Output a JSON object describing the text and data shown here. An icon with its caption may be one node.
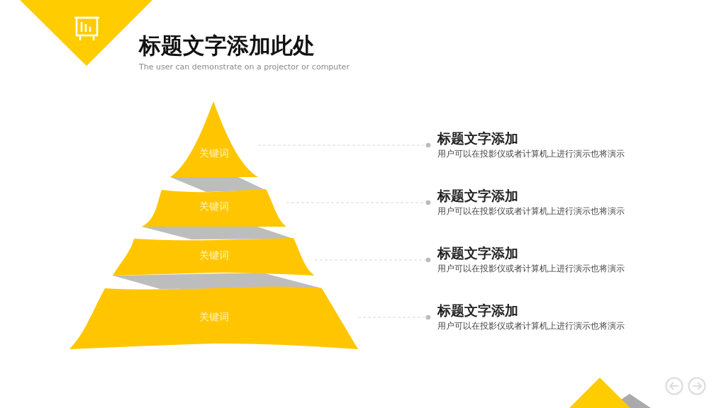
{
  "diagram": {
    "title": "标题文字添加此处",
    "nodes": [
      {
        "text": [
          "关键词"
        ]
      },
      {
        "text": [
          "关键词"
        ]
      },
      {
        "text": [
          "关键词"
        ]
      },
      {
        "text": [
          "关键词"
        ]
      },
      {
        "text": [
          "标题文字添加",
          "用户可以在投影仪或者计算机上进行演示也将演示"
        ]
      },
      {
        "text": [
          "标题文字添加",
          "用户可以在投影仪或者计算机上进行演示也将演示"
        ]
      },
      {
        "text": [
          "标题文字添加",
          "用户可以在投影仪或者计算机上进行演示也将演示"
        ]
      },
      {
        "text": [
          "标题文字添加",
          "用户可以在投影仪或者计算机上进行演示也将演示"
        ]
      }
    ],
    "edges": [
      {
        "from": 0,
        "to": 4,
        "arrow": "other",
        "style": "dashed"
      },
      {
        "from": 1,
        "to": 5,
        "arrow": "other",
        "style": "dashed"
      },
      {
        "from": 2,
        "to": 6,
        "arrow": "other",
        "style": "dashed"
      },
      {
        "from": 3,
        "to": 7,
        "arrow": "other",
        "style": "dashed"
      }
    ],
    "labels": [
      "The user can demonstrate on a projector or computer"
    ]
  }
}
